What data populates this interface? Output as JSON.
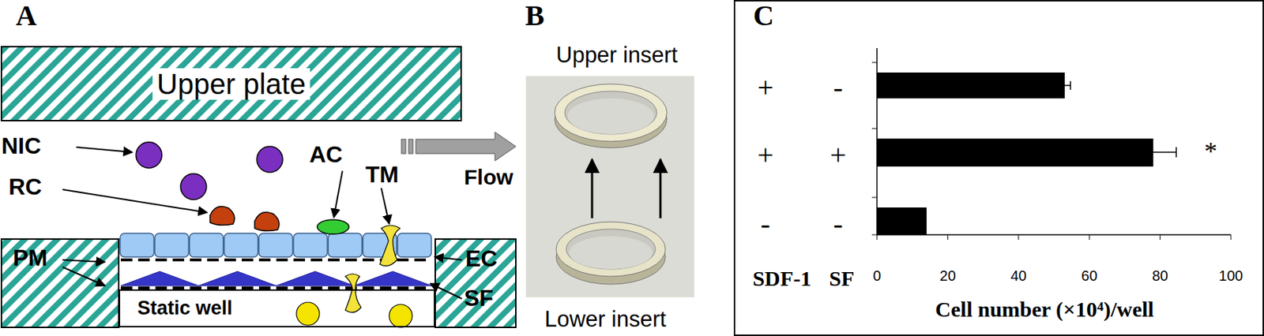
{
  "diagram": {
    "nodes": [
      {
        "text": [
          "Upper plate"
        ]
      },
      {
        "text": [
          "Static well"
        ]
      }
    ],
    "labels": [
      "A",
      "NIC",
      "RC",
      "AC",
      "TM",
      "Flow",
      "PM",
      "EC",
      "SF",
      "B",
      "Upper insert",
      "Lower insert",
      "C",
      "+",
      "-",
      "+",
      "+",
      "-",
      "-",
      "SDF-1",
      "SF",
      "0",
      "20",
      "40",
      "60",
      "80",
      "100",
      "Cell number (×10⁴)/well",
      "*"
    ]
  }
}
